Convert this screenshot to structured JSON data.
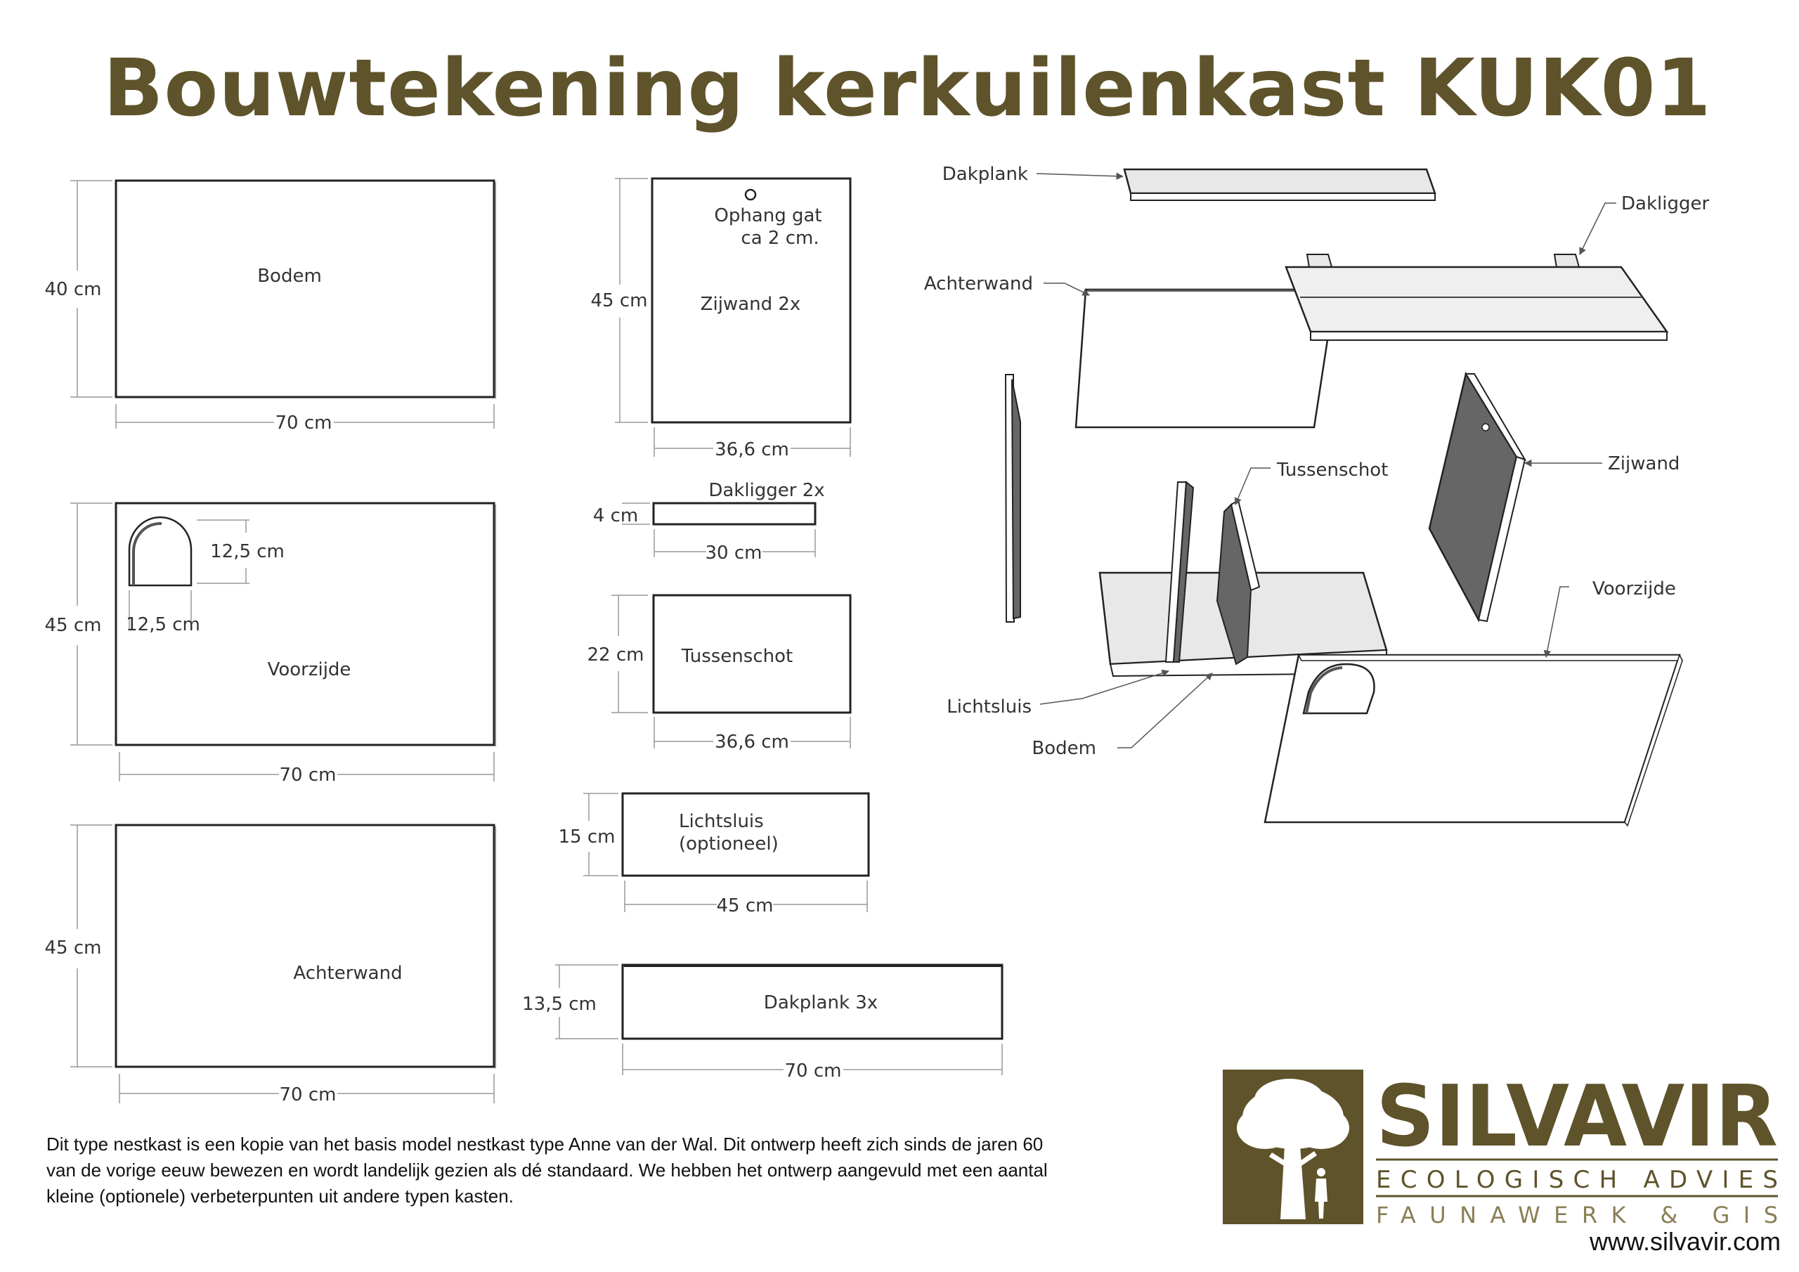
{
  "title": "Bouwtekening kerkuilenkast KUK01",
  "parts": [
    {
      "label": "Bodem",
      "height": "40 cm",
      "width": "70 cm"
    },
    {
      "label": "Voorzijde",
      "height": "45 cm",
      "width": "70 cm",
      "hole_height": "12,5 cm",
      "hole_width": "12,5 cm"
    },
    {
      "label": "Achterwand",
      "height": "45 cm",
      "width": "70 cm"
    },
    {
      "label": "Zijwand 2x",
      "height": "45 cm",
      "width": "36,6 cm",
      "note_line1": "Ophang gat",
      "note_line2": "ca 2 cm."
    },
    {
      "label": "Dakligger 2x",
      "height": "4 cm",
      "width": "30 cm"
    },
    {
      "label": "Tussenschot",
      "height": "22 cm",
      "width": "36,6 cm"
    },
    {
      "label_line1": "Lichtsluis",
      "label_line2": "(optioneel)",
      "height": "15 cm",
      "width": "45 cm"
    },
    {
      "label": "Dakplank 3x",
      "height": "13,5 cm",
      "width": "70 cm"
    }
  ],
  "exploded_view": {
    "dakplank": "Dakplank",
    "dakligger": "Dakligger",
    "achterwand": "Achterwand",
    "tussenschot": "Tussenschot",
    "zijwand": "Zijwand",
    "voorzijde": "Voorzijde",
    "lichtsluis": "Lichtsluis",
    "bodem": "Bodem"
  },
  "description": "Dit type nestkast is een kopie van het basis model nestkast type Anne van der Wal. Dit ontwerp heeft zich sinds de jaren 60 van de vorige eeuw bewezen en wordt landelijk gezien als dé standaard. We hebben het ontwerp aangevuld met een aantal kleine (optionele) verbeterpunten uit andere typen kasten.",
  "logo": {
    "name": "SILVAVIR",
    "line1": "ECOLOGISCH ADVIES",
    "line2": "FAUNAWERK & GIS",
    "brand_color": "#5e532a"
  },
  "website": "www.silvavir.com"
}
